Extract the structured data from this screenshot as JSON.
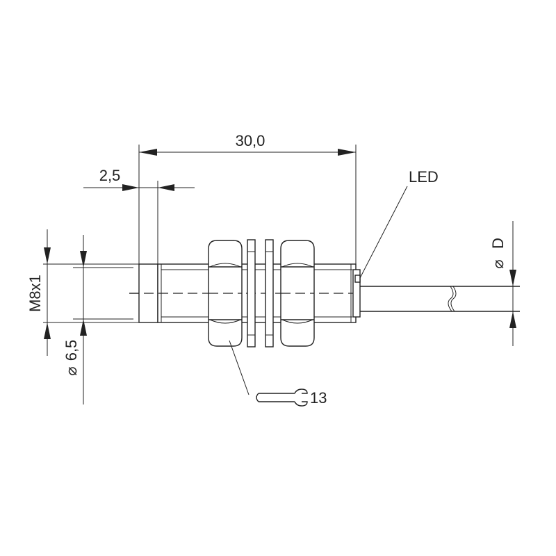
{
  "dimensions": {
    "length": "30,0",
    "thread_offset": "2,5",
    "thread": "M8x1",
    "inner_diameter": "6,5",
    "cable_diameter": "D",
    "wrench_size": "13"
  },
  "labels": {
    "led": "LED",
    "diameter_symbol": "⌀"
  }
}
